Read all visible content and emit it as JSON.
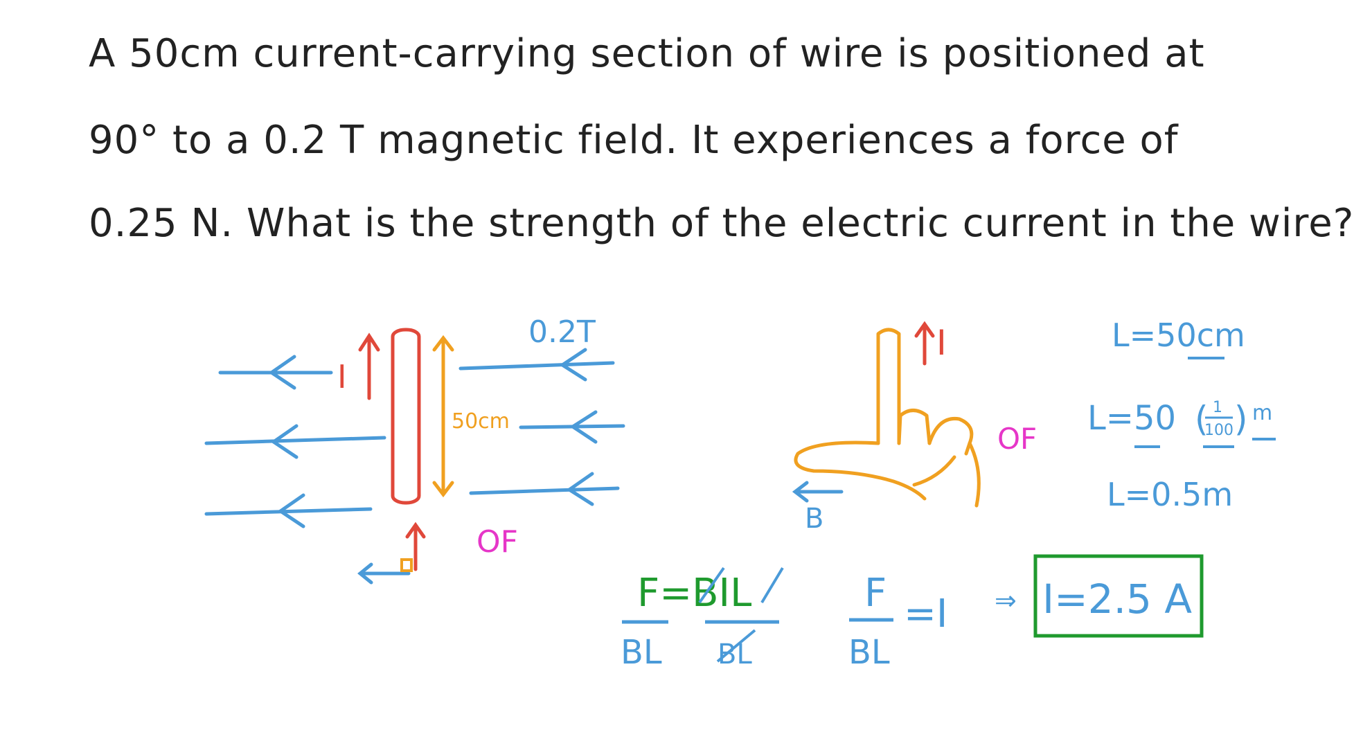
{
  "question": {
    "line1": "A 50cm current-carrying section of wire is positioned at",
    "line2": "90° to a 0.2 T magnetic field. It experiences a force of",
    "line3": "0.25 N. What is the strength of the electric current in the wire?"
  },
  "diagram": {
    "current_label": "I",
    "field_label": "0.2T",
    "length_label": "50cm",
    "force_label": "OF"
  },
  "hand_rule": {
    "current_label": "I",
    "force_label": "OF",
    "field_label": "B"
  },
  "givens": {
    "line1": "L=50cm",
    "line2_prefix": "L=50",
    "frac_num": "1",
    "frac_den": "100",
    "line2_unit": "m",
    "line3": "L=0.5m"
  },
  "working": {
    "eq1_num": "F=BIL",
    "eq1_den_left": "BL",
    "eq1_den_right": "BL",
    "eq2_num": "F",
    "eq2_den": "BL",
    "eq2_rhs": "=I",
    "implies": "⇒",
    "answer": "I=2.5 A"
  },
  "colors": {
    "text": "#222222",
    "field_blue": "#4a9ad8",
    "wire_red": "#e0483a",
    "length_orange": "#f0a020",
    "force_magenta": "#e636c8",
    "answer_green": "#1f9a2e"
  }
}
